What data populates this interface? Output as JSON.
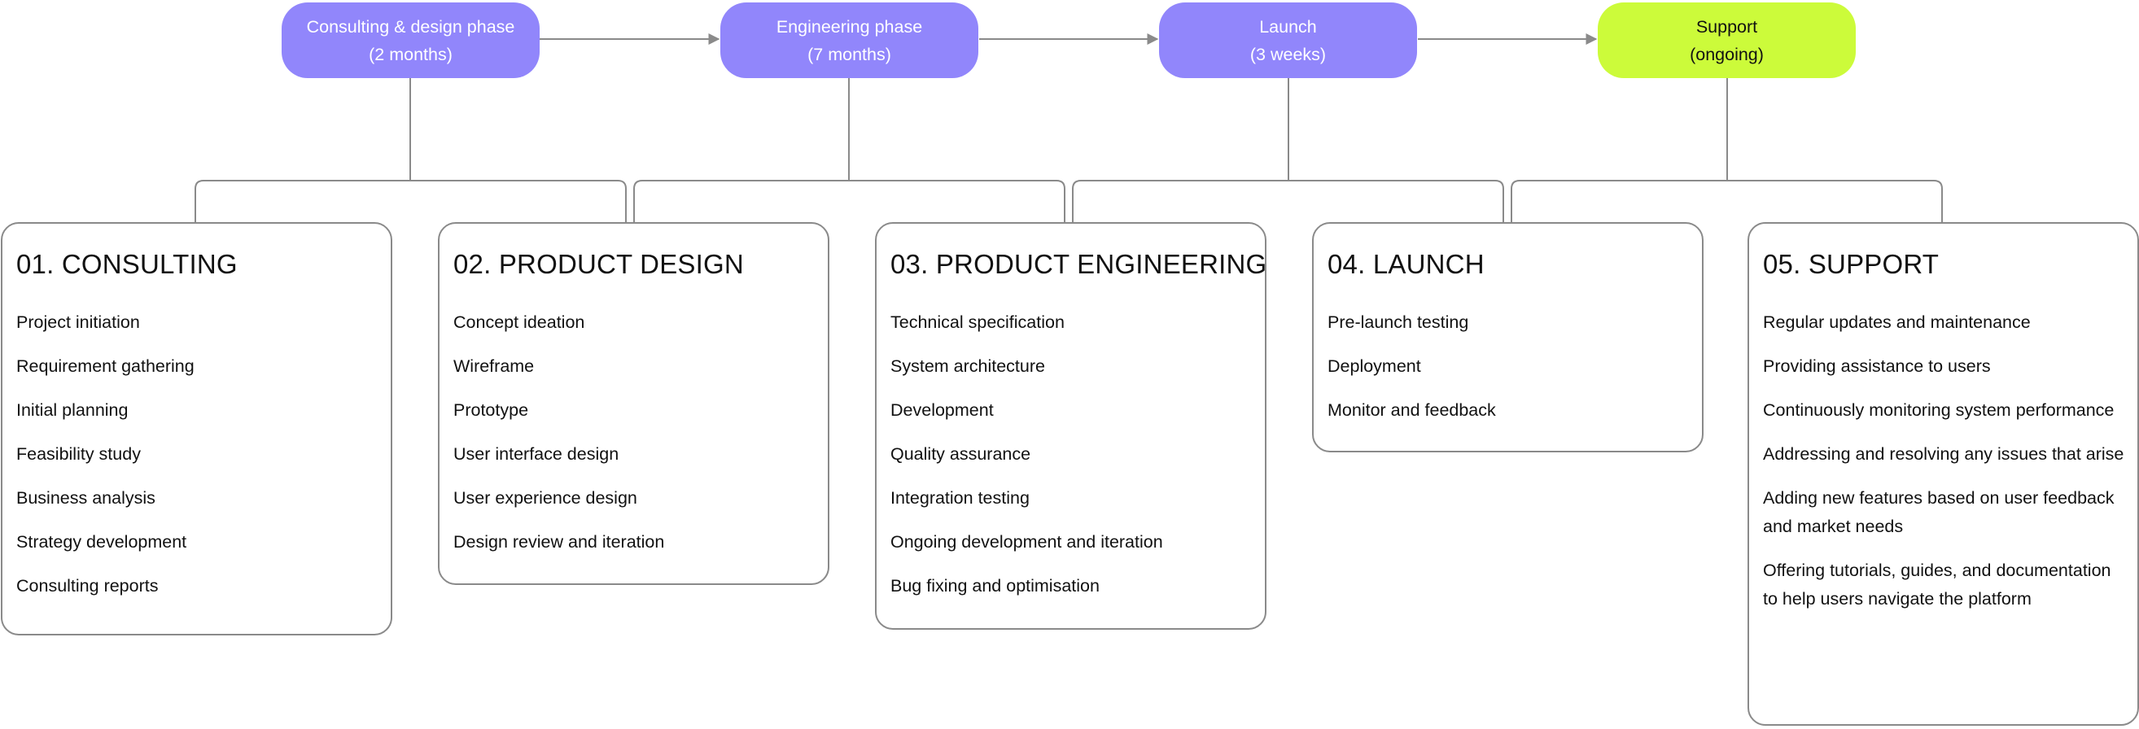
{
  "colors": {
    "phase_primary": "#9186fb",
    "phase_support": "#ccfb3a",
    "connector": "#8a8a8a",
    "card_border": "#8a8a8a"
  },
  "phases": [
    {
      "name": "Consulting & design phase",
      "duration": "(2 months)"
    },
    {
      "name": "Engineering phase",
      "duration": "(7 months)"
    },
    {
      "name": "Launch",
      "duration": "(3 weeks)"
    },
    {
      "name": "Support",
      "duration": "(ongoing)"
    }
  ],
  "stages": [
    {
      "title": "01. CONSULTING",
      "items": [
        "Project initiation",
        "Requirement gathering",
        "Initial planning",
        "Feasibility study",
        "Business analysis",
        "Strategy development",
        "Consulting reports"
      ]
    },
    {
      "title": "02. PRODUCT DESIGN",
      "items": [
        "Concept ideation",
        "Wireframe",
        "Prototype",
        "User interface design",
        "User experience design",
        "Design review and iteration"
      ]
    },
    {
      "title": "03. PRODUCT ENGINEERING",
      "items": [
        "Technical specification",
        "System architecture",
        "Development",
        "Quality assurance",
        "Integration testing",
        "Ongoing development and iteration",
        "Bug fixing and optimisation"
      ]
    },
    {
      "title": "04. LAUNCH",
      "items": [
        "Pre-launch testing",
        "Deployment",
        "Monitor and feedback"
      ]
    },
    {
      "title": "05. SUPPORT",
      "items": [
        "Regular updates and maintenance",
        "Providing assistance to users",
        "Continuously monitoring system performance",
        "Addressing and resolving any issues that arise",
        "Adding new features based on user feedback and market needs",
        "Offering tutorials, guides, and documentation to help users navigate the platform"
      ]
    }
  ]
}
